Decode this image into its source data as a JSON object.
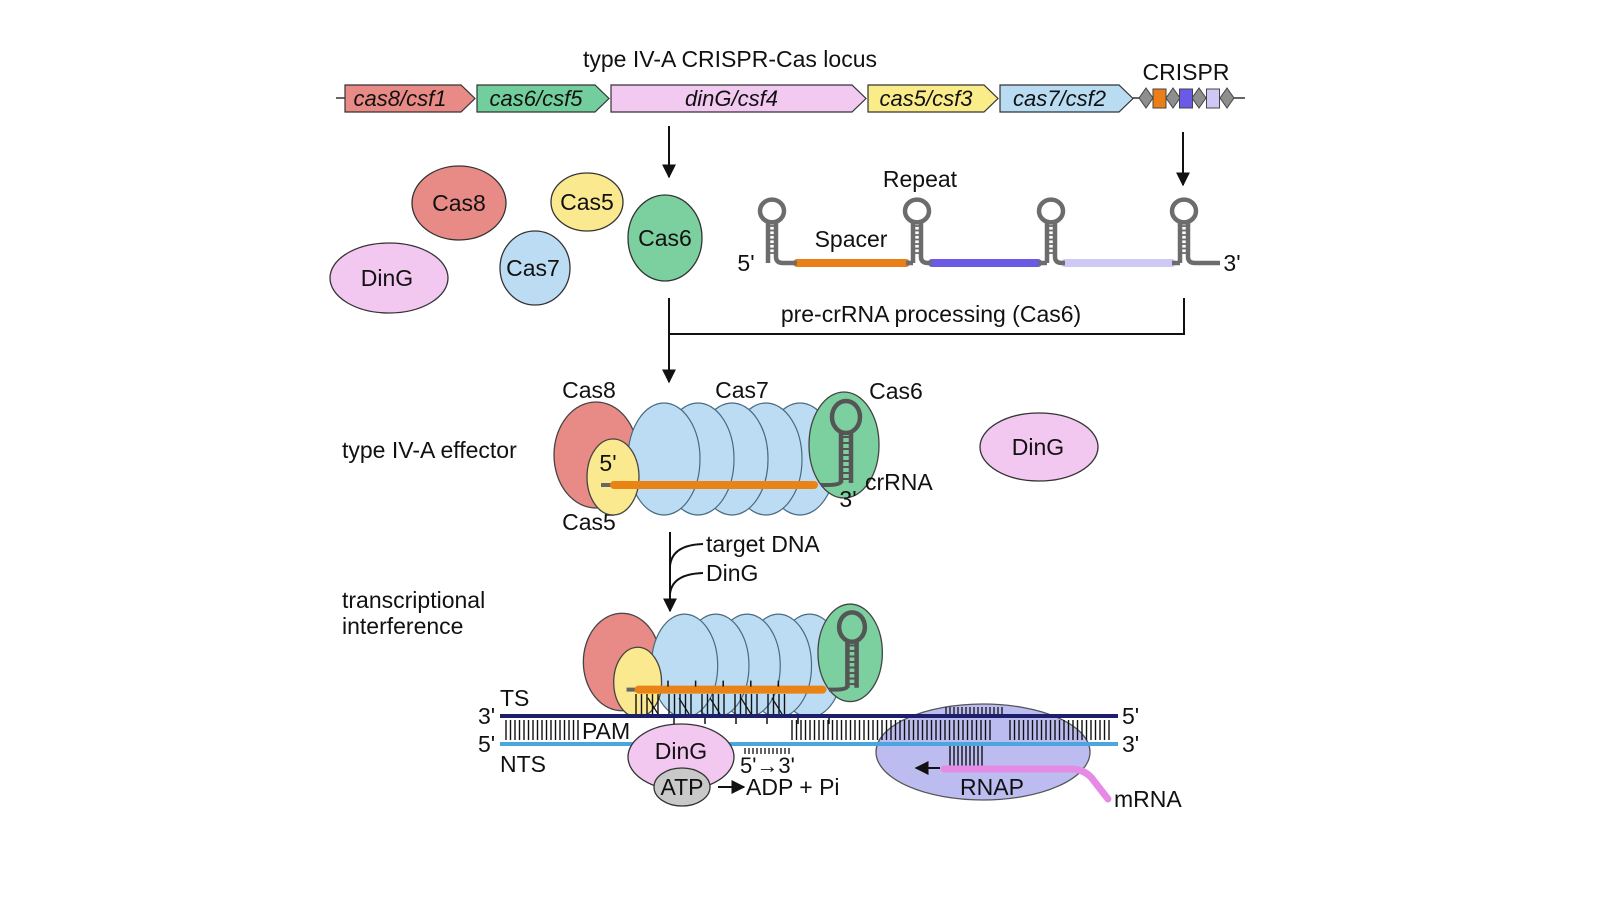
{
  "locus": {
    "title": "type IV-A CRISPR-Cas locus",
    "genes": [
      {
        "label": "cas8/csf1",
        "color": "#e88a86"
      },
      {
        "label": "cas6/csf5",
        "color": "#72cf9d"
      },
      {
        "label": "dinG/csf4",
        "color": "#f1c9f1"
      },
      {
        "label": "cas5/csf3",
        "color": "#fbec8a"
      },
      {
        "label": "cas7/csf2",
        "color": "#b9dcf2"
      }
    ],
    "crispr_label": "CRISPR",
    "spacer_colors": [
      "#ea7f19",
      "#6a5ae6",
      "#cdc8f4"
    ],
    "repeat_color": "#8e8e8e"
  },
  "proteins": {
    "cas8": "Cas8",
    "cas5": "Cas5",
    "cas6": "Cas6",
    "cas7": "Cas7",
    "ding": "DinG"
  },
  "pre_crrna": {
    "repeat_label": "Repeat",
    "spacer_label": "Spacer",
    "five_prime": "5'",
    "three_prime": "3'",
    "processing_label": "pre-crRNA processing (Cas6)"
  },
  "effector": {
    "section_label": "type IV-A effector",
    "cas8": "Cas8",
    "cas7": "Cas7",
    "cas6": "Cas6",
    "cas5": "Cas5",
    "five_prime": "5'",
    "three_prime": "3'",
    "crrna_label": "crRNA",
    "free_ding": "DinG"
  },
  "binding": {
    "inputs": [
      "target DNA",
      "DinG"
    ]
  },
  "interference": {
    "section_label_line1": "transcriptional",
    "section_label_line2": "interference",
    "ts_label": "TS",
    "nts_label": "NTS",
    "ts_left": "3'",
    "nts_left": "5'",
    "ts_right": "5'",
    "nts_right": "3'",
    "pam_label": "PAM",
    "ding_label": "DinG",
    "atp_label": "ATP",
    "products_label": "ADP + Pi",
    "direction_label": "5'→3'",
    "rnap_label": "RNAP",
    "mrna_label": "mRNA"
  },
  "colors": {
    "cas8": "#e88a86",
    "cas5": "#fbe98f",
    "cas7": "#bcdcf3",
    "cas6": "#7ccf9f",
    "ding": "#f2c8f0",
    "crrna": "#ea8316",
    "ts_strand": "#1d1f6b",
    "nts_strand": "#4aa6dc",
    "rnap": "#bcbcf0",
    "mrna": "#e58be6",
    "atp": "#c9c9c9",
    "hairpin": "#6c6c6c"
  }
}
